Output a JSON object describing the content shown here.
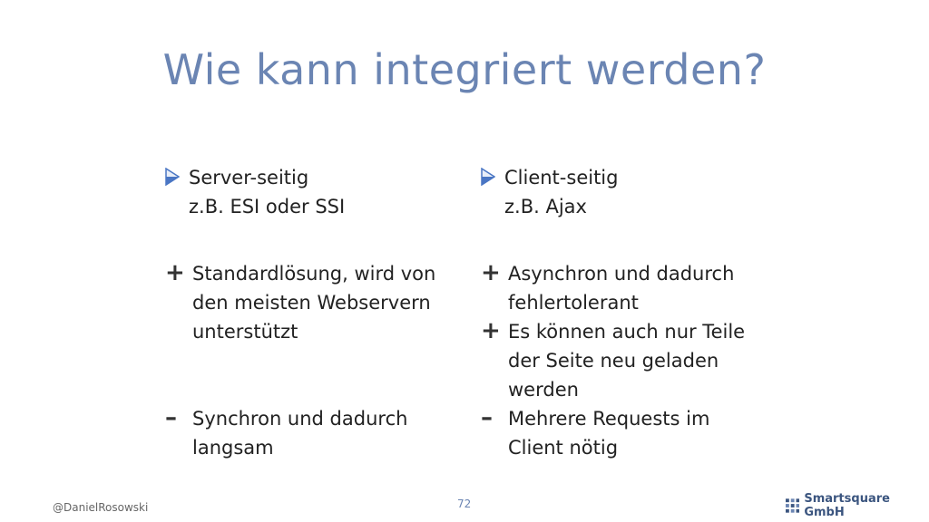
{
  "title": "Wie kann integriert werden?",
  "left": {
    "heading_line1": "Server-seitig",
    "heading_line2": "z.B. ESI oder SSI",
    "pros": [
      {
        "sign": "+",
        "lines": [
          "Standardlösung, wird von",
          "den meisten Webservern",
          "unterstützt"
        ]
      }
    ],
    "cons": [
      {
        "sign": "–",
        "lines": [
          "Synchron und dadurch",
          "langsam"
        ]
      }
    ]
  },
  "right": {
    "heading_line1": "Client-seitig",
    "heading_line2": "z.B. Ajax",
    "pros": [
      {
        "sign": "+",
        "lines": [
          "Asynchron und dadurch",
          "fehlertolerant"
        ]
      },
      {
        "sign": "+",
        "lines": [
          "Es können auch nur Teile",
          "der Seite neu geladen",
          "werden"
        ]
      }
    ],
    "cons": [
      {
        "sign": "–",
        "lines": [
          "Mehrere Requests im",
          "Client nötig"
        ]
      }
    ]
  },
  "footer": {
    "author": "@DanielRosowski",
    "page_number": "72",
    "company": "Smartsquare GmbH"
  },
  "icons": {
    "bullet": "triangle-bullet-icon",
    "logo": "smartsquare-logo-icon"
  },
  "colors": {
    "title": "#6b85b3",
    "bullet": "#4a76c4",
    "logo": "#3b557f"
  }
}
